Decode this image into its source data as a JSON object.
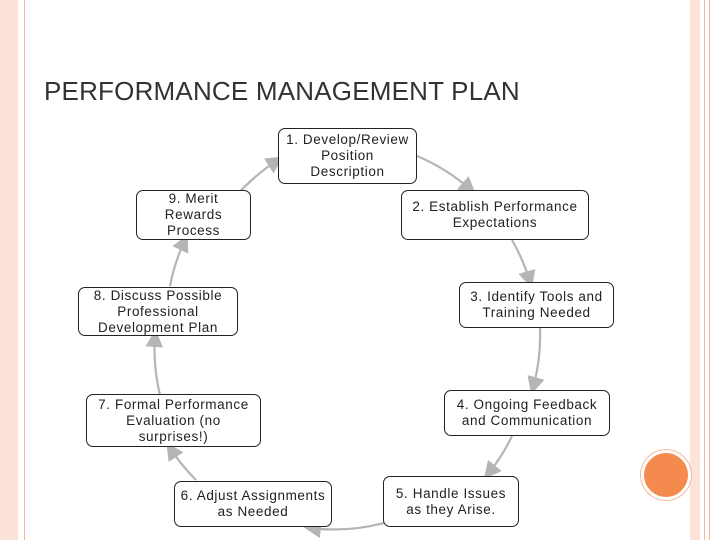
{
  "title": "PERFORMANCE MANAGEMENT PLAN",
  "colors": {
    "accent": "#f58a4f",
    "frame": "#fbe3d8",
    "arrow": "#b5b5b5",
    "border": "#222222",
    "text": "#333333"
  },
  "steps": [
    {
      "label": "1. Develop/Review Position Description"
    },
    {
      "label": "2. Establish Performance Expectations"
    },
    {
      "label": "3. Identify Tools and Training Needed"
    },
    {
      "label": "4. Ongoing Feedback and Communication"
    },
    {
      "label": "5. Handle Issues as they Arise."
    },
    {
      "label": "6. Adjust Assignments as Needed"
    },
    {
      "label": "7. Formal Performance Evaluation (no surprises!)"
    },
    {
      "label": "8. Discuss Possible Professional Development Plan"
    },
    {
      "label": "9. Merit Rewards Process"
    }
  ]
}
